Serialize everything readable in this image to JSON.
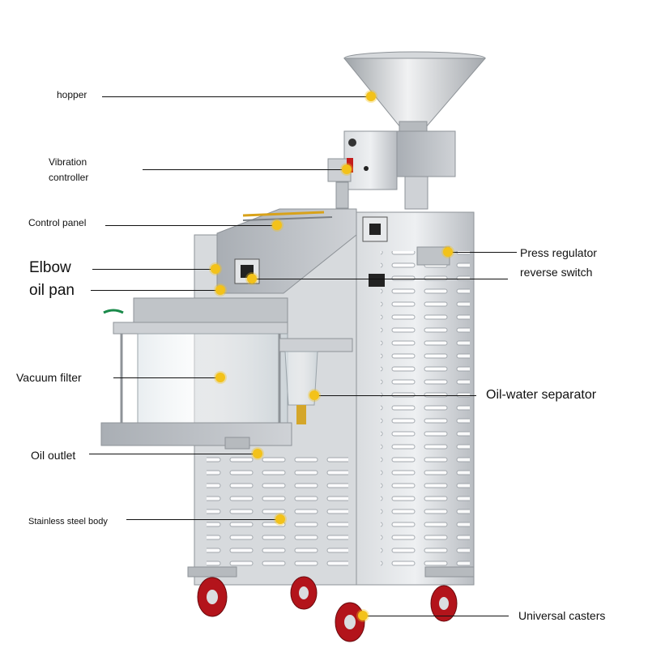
{
  "colors": {
    "accent_dot": "#f3c21a",
    "steel": "#c9ccd0",
    "caster_red": "#b3141b"
  },
  "callouts": {
    "hopper": "hopper",
    "vibration_controller_line1": "Vibration",
    "vibration_controller_line2": "controller",
    "control_panel": "Control panel",
    "elbow": "Elbow",
    "oil_pan": "oil pan",
    "vacuum_filter": "Vacuum filter",
    "oil_outlet": "Oil outlet",
    "stainless_steel_body": "Stainless steel body",
    "press_regulator": "Press regulator",
    "reverse_switch": "reverse switch",
    "oil_water_separator": "Oil-water separator",
    "universal_casters": "Universal casters"
  }
}
